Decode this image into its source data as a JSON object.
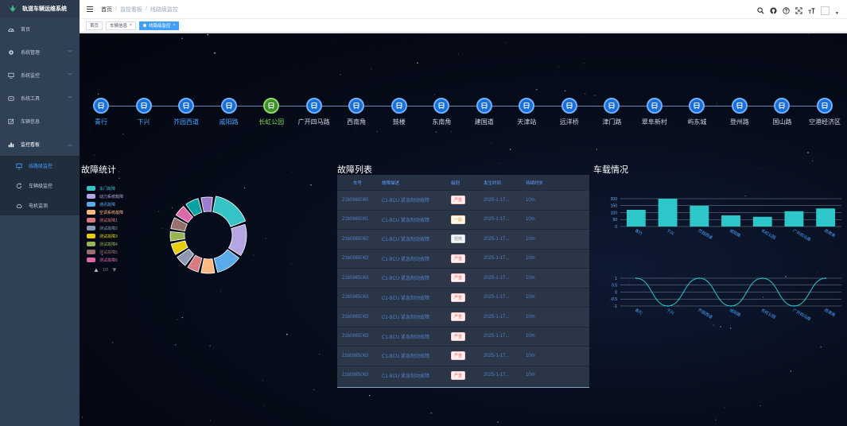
{
  "sidebar": {
    "brand": "轨道车辆运维系统",
    "items": [
      {
        "label": "首页",
        "icon": "dashboard-icon",
        "chevron": false
      },
      {
        "label": "系统管理",
        "icon": "gear-icon",
        "chevron": true
      },
      {
        "label": "系统监控",
        "icon": "monitor-icon",
        "chevron": true
      },
      {
        "label": "系统工具",
        "icon": "tool-icon",
        "chevron": true
      },
      {
        "label": "车辆信息",
        "icon": "edit-icon",
        "chevron": false
      },
      {
        "label": "监控看板",
        "icon": "chart-icon",
        "chevron": true,
        "open": true
      }
    ],
    "submenu": [
      {
        "label": "线路级监控",
        "icon": "monitor-icon",
        "active": true
      },
      {
        "label": "车辆级监控",
        "icon": "cycle-icon",
        "active": false
      },
      {
        "label": "电机监测",
        "icon": "cloud-icon",
        "active": false
      }
    ]
  },
  "header": {
    "breadcrumb": [
      "首页",
      "监控看板",
      "线路级监控"
    ]
  },
  "tags": [
    {
      "label": "首页",
      "active": false,
      "closable": false
    },
    {
      "label": "车辆信息",
      "active": false,
      "closable": true
    },
    {
      "label": "线路级监控",
      "active": true,
      "closable": true
    }
  ],
  "stations": {
    "names": [
      "青行",
      "下兴",
      "芥园西道",
      "咸阳路",
      "长虹公园",
      "广开四马路",
      "西南角",
      "鼓楼",
      "东南角",
      "建国道",
      "天津站",
      "远洋桥",
      "津门路",
      "翠阜新村",
      "屿东城",
      "登州路",
      "国山路",
      "空港经济区"
    ],
    "current_index": 4
  },
  "sections": {
    "fault_stats": "故障统计",
    "fault_list": "故障列表",
    "load": "车载情况"
  },
  "legend": {
    "items": [
      {
        "label": "车门故障",
        "color": "#36c3c6"
      },
      {
        "label": "动力系统故障",
        "color": "#b5a6e3"
      },
      {
        "label": "通讯故障",
        "color": "#5aa9ea"
      },
      {
        "label": "空调系统故障",
        "color": "#ffb980"
      },
      {
        "label": "测试故障1",
        "color": "#d87a80"
      },
      {
        "label": "测试故障2",
        "color": "#8d98b3"
      },
      {
        "label": "测试故障3",
        "color": "#e5cf0d"
      },
      {
        "label": "测试故障4",
        "color": "#97b552"
      },
      {
        "label": "测试故障5",
        "color": "#95706d"
      },
      {
        "label": "测试故障6",
        "color": "#dc69aa"
      }
    ],
    "page": "1/2"
  },
  "fault_table": {
    "headers": [
      "车号",
      "故障描述",
      "级别",
      "发生时间",
      "持续时长"
    ],
    "rows": [
      [
        "21b0865060",
        "C1-BCU 紧急制动故障",
        "严重",
        "2025-1-17...",
        "10m"
      ],
      [
        "21b0865061",
        "C1-BCU 紧急制动故障",
        "一般",
        "2025-1-17...",
        "10m"
      ],
      [
        "21b0865062",
        "C1-BCU 紧急制动故障",
        "轻微",
        "2025-1-17...",
        "10m"
      ],
      [
        "21b0865063",
        "C1-BCU 紧急制动故障",
        "严重",
        "2025-1-17...",
        "10m"
      ],
      [
        "21b0865063",
        "C1-BCU 紧急制动故障",
        "严重",
        "2025-1-17...",
        "10m"
      ],
      [
        "21b0865063",
        "C1-BCU 紧急制动故障",
        "严重",
        "2025-1-17...",
        "10m"
      ],
      [
        "21b0865063",
        "C1-BCU 紧急制动故障",
        "严重",
        "2025-1-17...",
        "10m"
      ],
      [
        "21b0865063",
        "C1-BCU 紧急制动故障",
        "严重",
        "2025-1-17...",
        "10m"
      ],
      [
        "21b0865063",
        "C1-BCU 紧急制动故障",
        "严重",
        "2025-1-17...",
        "10m"
      ],
      [
        "21b0865063",
        "C1-BCU 紧急制动故障",
        "严重",
        "2025-1-17...",
        "10m"
      ]
    ],
    "severity_colors": {
      "严重": "serious",
      "一般": "normal",
      "轻微": "light"
    }
  },
  "chart_data": [
    {
      "type": "pie",
      "categories": [
        "车门故障",
        "动力系统故障",
        "通讯故障",
        "空调系统故障",
        "测试故障1",
        "测试故障2",
        "测试故障3",
        "测试故障4",
        "测试故障5",
        "测试故障6"
      ],
      "values": [
        20,
        17,
        14,
        8,
        7,
        7,
        7,
        6,
        7,
        7
      ],
      "extra_slices": [
        {
          "color": "#07a2a4",
          "value": 8
        },
        {
          "color": "#9a7fd1",
          "value": 7
        }
      ]
    },
    {
      "type": "bar",
      "categories": [
        "青行",
        "下兴",
        "芥园西道",
        "咸阳路",
        "长虹公园",
        "广开四马路",
        "西南角"
      ],
      "values": [
        120,
        200,
        150,
        80,
        70,
        110,
        130
      ],
      "ylim": [
        0,
        200
      ],
      "yticks": [
        0,
        50,
        100,
        150,
        200
      ],
      "color": "#2ec7c9"
    },
    {
      "type": "line",
      "categories": [
        "青行",
        "下兴",
        "芥园西道",
        "咸阳路",
        "长虹公园",
        "广开四马路",
        "西南角"
      ],
      "values": [
        1,
        -1,
        1,
        -1,
        1,
        -1,
        1
      ],
      "ylim": [
        -1,
        1
      ],
      "yticks": [
        -1,
        -0.5,
        0,
        0.5,
        1
      ],
      "color": "#2ec7c9"
    }
  ]
}
